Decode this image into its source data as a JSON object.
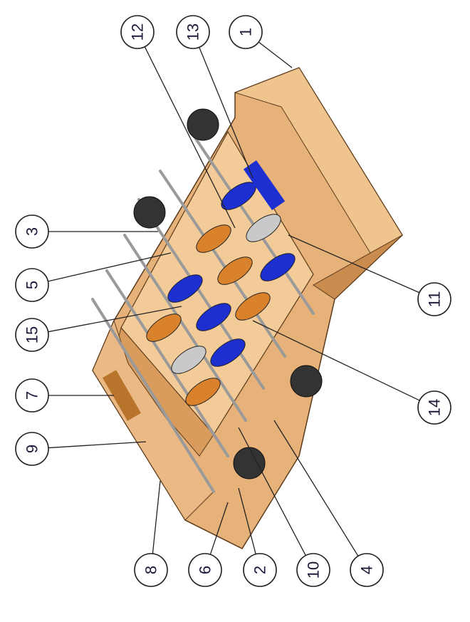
{
  "drawing": {
    "title": "Foosball table assembly",
    "balloons": [
      "1",
      "13",
      "12",
      "3",
      "5",
      "15",
      "7",
      "9",
      "8",
      "6",
      "2",
      "10",
      "4",
      "14",
      "11"
    ]
  },
  "colors": {
    "wood": "#e8b47a",
    "wood_dark": "#c98b4e",
    "blue_player": "#1d2fd0",
    "orange_player": "#d9822b",
    "grey_player": "#c9c9c9",
    "knob": "#333333"
  }
}
